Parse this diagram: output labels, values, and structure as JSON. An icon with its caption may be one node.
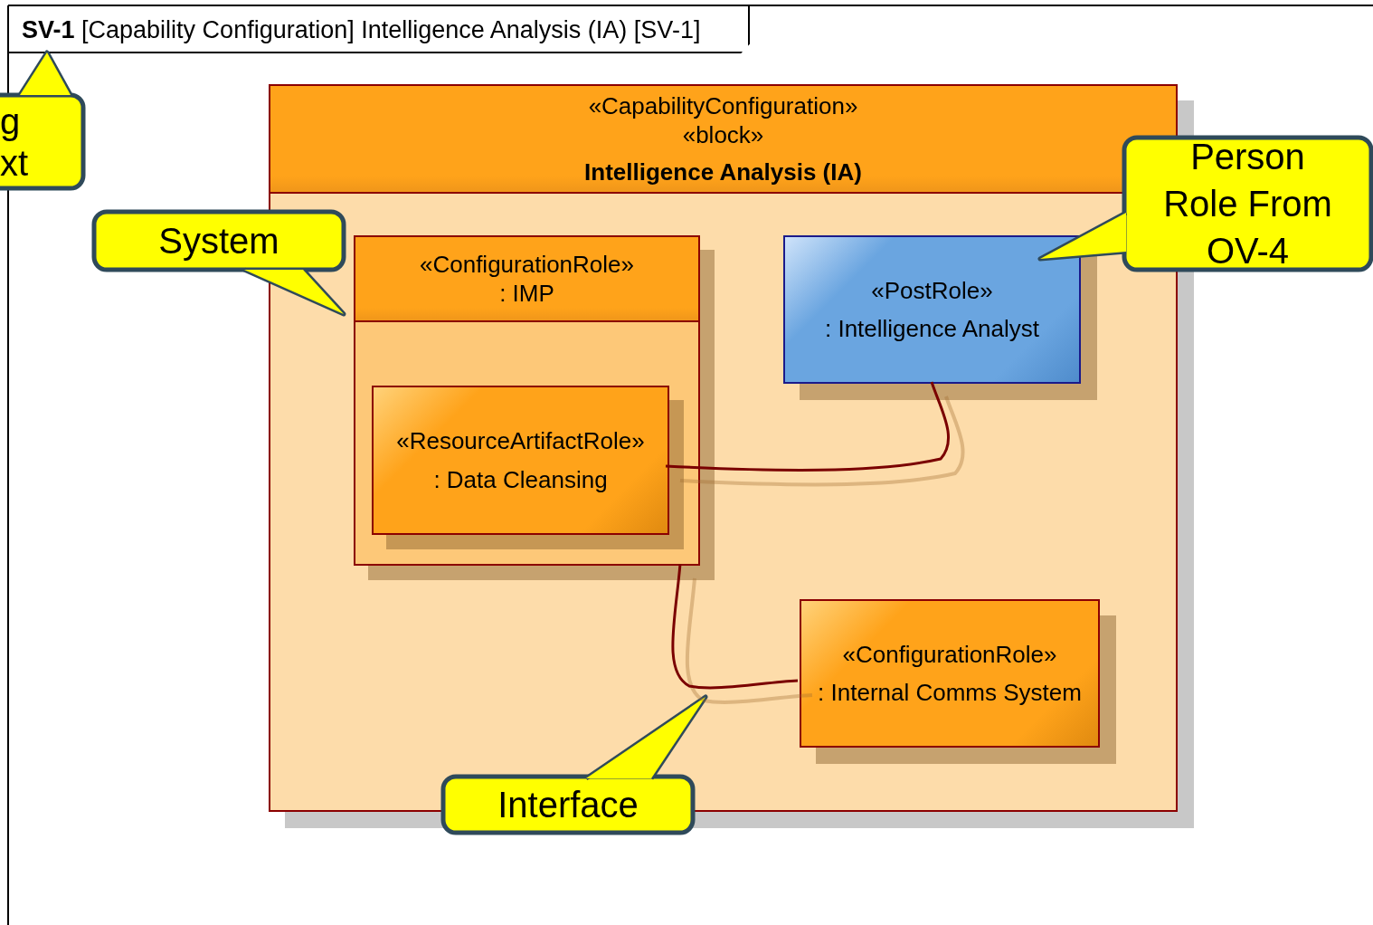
{
  "diagram": {
    "title": "**SV-1** [Capability Configuration] Intelligence Analysis (IA) [SV-1]",
    "nodes": [
      {
        "text": [
          "«CapabilityConfiguration»",
          "«block»",
          "Intelligence Analysis (IA)"
        ]
      },
      {
        "text": [
          "«ConfigurationRole»",
          ": IMP"
        ],
        "in": 0
      },
      {
        "text": [
          "«ResourceArtifactRole»",
          ": Data Cleansing"
        ],
        "in": 1
      },
      {
        "text": [
          "«PostRole»",
          ": Intelligence Analyst"
        ],
        "in": 0
      },
      {
        "text": [
          "«ConfigurationRole»",
          ": Internal Comms System"
        ],
        "in": 0
      },
      {
        "text": [
          "g xt"
        ]
      },
      {
        "text": [
          "System"
        ]
      },
      {
        "text": [
          "Person Role From OV-4"
        ]
      },
      {
        "text": [
          "Interface"
        ]
      }
    ],
    "edges": [
      {
        "from": 2,
        "to": 3,
        "arrow": "none",
        "color": "#7a0000"
      },
      {
        "from": 1,
        "to": 4,
        "arrow": "none",
        "color": "#7a0000"
      }
    ]
  }
}
